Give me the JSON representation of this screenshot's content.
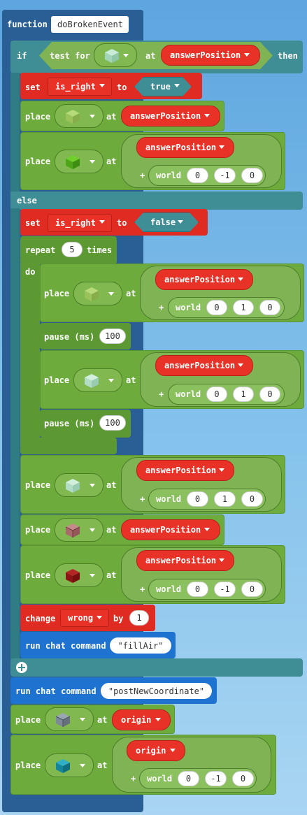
{
  "function_block": {
    "keyword": "function",
    "name": "doBrokenEvent"
  },
  "if_block": {
    "if": "if",
    "then": "then",
    "else": "else",
    "test_for": "test for",
    "at": "at",
    "position": "answerPosition"
  },
  "labels": {
    "set": "set",
    "to": "to",
    "place": "place",
    "at": "at",
    "world": "world",
    "plus": "+",
    "repeat": "repeat",
    "times": "times",
    "do": "do",
    "pause": "pause (ms)",
    "change": "change",
    "by": "by",
    "run_chat": "run chat command"
  },
  "vars": {
    "is_right": "is_right",
    "wrong": "wrong",
    "answerPosition": "answerPosition",
    "origin": "origin"
  },
  "bools": {
    "true": "true",
    "false": "false"
  },
  "values": {
    "then_world": [
      "0",
      "-1",
      "0"
    ],
    "repeat_count": "5",
    "loop_world_1": [
      "0",
      "1",
      "0"
    ],
    "pause_1": "100",
    "loop_world_2": [
      "0",
      "1",
      "0"
    ],
    "pause_2": "100",
    "after_world_1": [
      "0",
      "1",
      "0"
    ],
    "after_world_2": [
      "0",
      "-1",
      "0"
    ],
    "change_by": "1",
    "chat_1": "fillAir",
    "chat_2": "postNewCoordinate",
    "end_world": [
      "0",
      "-1",
      "0"
    ]
  },
  "blocks": {
    "glass_light": "light-green-glass-block-icon",
    "slime": "slime-block-icon",
    "green_cube": "green-block-icon",
    "sea_lantern": "sea-lantern-block-icon",
    "pink_glass": "pink-glass-block-icon",
    "red_cube": "red-block-icon",
    "gray_glass": "gray-glass-block-icon",
    "teal_cube": "teal-block-icon"
  },
  "colors": {
    "function": "#2a5f95",
    "logic": "#3f8e96",
    "blocks": "#6eab3d",
    "variables": "#e02b22",
    "player": "#1e73d0"
  }
}
